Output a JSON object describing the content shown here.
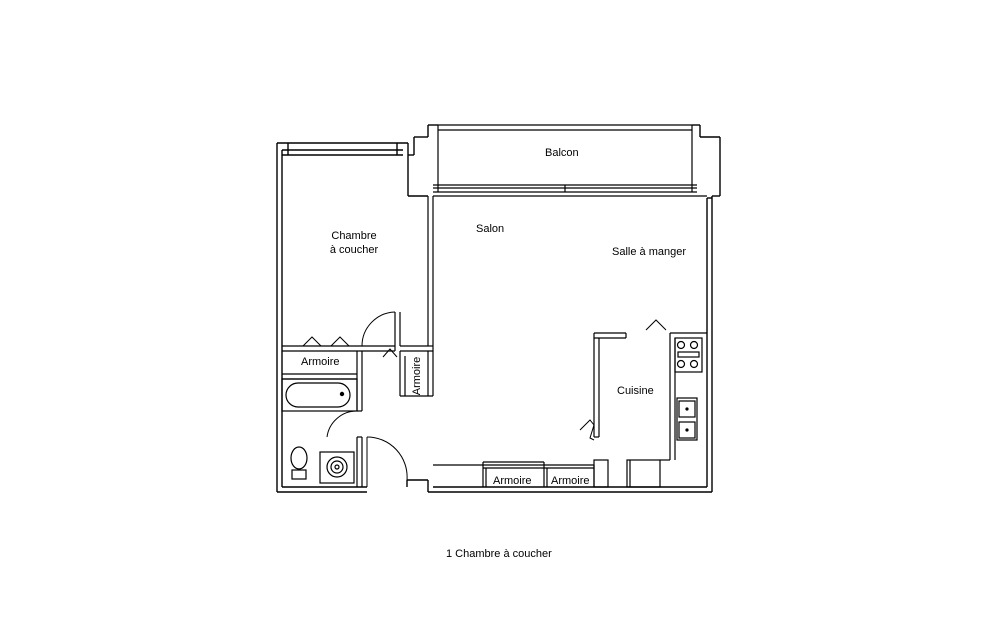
{
  "rooms": {
    "balcony": "Balcon",
    "bedroom_line1": "Chambre",
    "bedroom_line2": "à coucher",
    "living": "Salon",
    "dining": "Salle à manger",
    "kitchen": "Cuisine",
    "closet_bedroom": "Armoire",
    "closet_hall": "Armoire",
    "closet_bottom_1": "Armoire",
    "closet_bottom_2": "Armoire"
  },
  "caption": "1 Chambre à coucher",
  "colors": {
    "line": "#000000",
    "background": "#ffffff"
  }
}
